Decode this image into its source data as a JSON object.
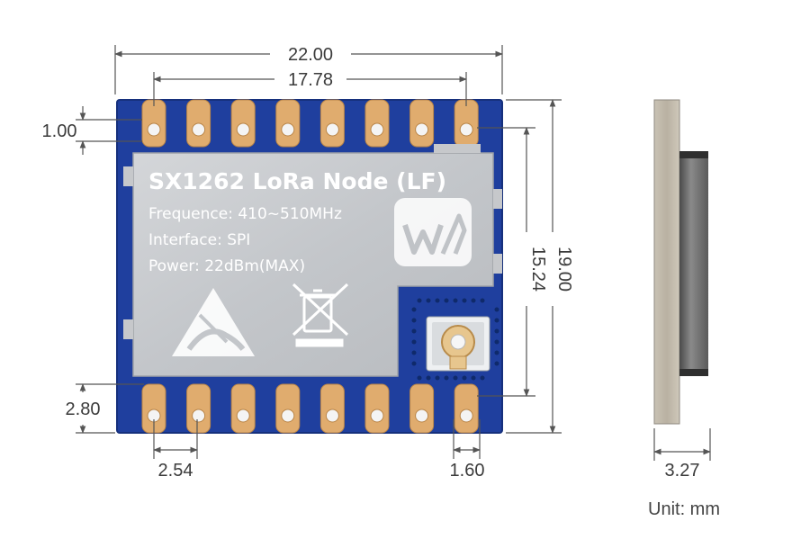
{
  "module": {
    "name": "SX1262 LoRa Node (LF)",
    "spec_lines": [
      "Frequence: 410~510MHz",
      "Interface: SPI",
      "Power: 22dBm(MAX)"
    ],
    "icons": [
      "esd-warning-icon",
      "weee-crossed-bin-icon",
      "waveshare-logo-icon",
      "ufl-antenna-connector-icon"
    ]
  },
  "dimensions": {
    "overall_width": "22.00",
    "pad_row_span": "17.78",
    "pad_width": "1.00",
    "overall_height": "19.00",
    "pad_center_span": "15.24",
    "edge_to_pad": "2.80",
    "pad_pitch": "2.54",
    "pad_spacing": "1.60",
    "thickness": "3.27"
  },
  "unit_label": "Unit: mm",
  "colors": {
    "pcb": "#1f3f9e",
    "shield": "#c9cbce",
    "pad_gold": "#e0ac6e",
    "dimension_line": "#555555"
  }
}
